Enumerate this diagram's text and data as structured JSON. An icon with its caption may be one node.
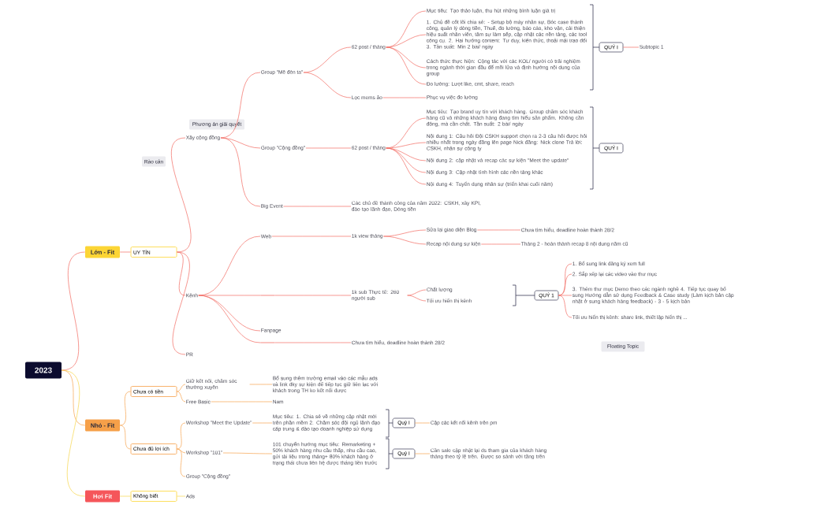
{
  "diagram": {
    "nodes": [
      {
        "text": [
          "2023"
        ]
      },
      {
        "text": [
          "Lớn - Fit"
        ]
      },
      {
        "text": [
          "UY TÍN"
        ]
      },
      {
        "text": [
          "Rào cản"
        ]
      },
      {
        "text": [
          "Phương án giải quyết"
        ]
      },
      {
        "text": [
          "Xây cộng đồng"
        ]
      },
      {
        "text": [
          "Group \"Mê đèn ta\""
        ]
      },
      {
        "text": [
          "62 post / tháng"
        ]
      },
      {
        "text": [
          "Mục tiêu: Tạo thảo luận, thu hút những bình luận giá trị"
        ]
      },
      {
        "text": [
          "1. Chủ đề cốt lõi chia sẻ: - Setup bộ máy nhân sự, Bóc case thành công, quản lý dòng tiền, Thuế, đo lường, báo cáo, kho vận, cải thiện hiệu suất nhân viên, tâm sự làm sếp, cập nhật các nền tảng, các tool công cụ. 2. Hai hướng content: Tư duy, kiến thức, thoải mái trao đổi 3. Tần suất: Min 2 bài/ ngày"
        ]
      },
      {
        "text": [
          "Cách thức thực hiện: Cộng tác với các KOL/ người có trải nghiệm trong ngành thời gian đầu để mồi lửa và định hướng nội dung của group"
        ]
      },
      {
        "text": [
          "Đo lường: Lượt like, cmt, share, reach"
        ]
      },
      {
        "text": [
          "QUÝ I"
        ]
      },
      {
        "text": [
          "Subtopic 1"
        ]
      },
      {
        "text": [
          "Lọc mems ảo"
        ]
      },
      {
        "text": [
          "Phục vụ việc đo lường"
        ]
      },
      {
        "text": [
          "Group \"Cộng đồng\""
        ]
      },
      {
        "text": [
          "62 post / tháng"
        ]
      },
      {
        "text": [
          "Mục tiêu: Tạo brand uy tín với khách hàng. Group chăm sóc khách hàng cũ và những khách hàng đang tìm hiểu sản phẩm. Không cần đông, mà cần chất. Tần suất: 2 bài/ ngày"
        ]
      },
      {
        "text": [
          "Nội dung 1: Câu hỏi Đội CSKH support chọn ra 2-3 câu hỏi được hỏi nhiều nhất trong ngày đăng lên page Nick đăng: Nick clone Trả lời: CSKH, nhân sự công ty"
        ]
      },
      {
        "text": [
          "Nội dung 2: cập nhật và recap các sự kiện \"Meet the update\""
        ]
      },
      {
        "text": [
          "Nội dung 3: Cập nhật tình hình các nền tảng khác"
        ]
      },
      {
        "text": [
          "Nội dung 4: Tuyển dụng nhân sự (triển khai cuối năm)"
        ]
      },
      {
        "text": [
          "QUÝ I"
        ]
      },
      {
        "text": [
          "Big Event"
        ]
      },
      {
        "text": [
          "Các chủ đề thành công của năm 2022: CSKH, xây KPI, đào tạo lãnh đạo, Dòng tiền"
        ]
      },
      {
        "text": [
          "Kênh"
        ]
      },
      {
        "text": [
          "Web"
        ]
      },
      {
        "text": [
          "1k view tháng"
        ]
      },
      {
        "text": [
          "Sửa lại giao diện Blog"
        ]
      },
      {
        "text": [
          "Chưa tìm hiểu, deadline hoàn thành 28/2"
        ]
      },
      {
        "text": [
          "Recap nội dung sự kiện"
        ]
      },
      {
        "text": [
          "Tháng 2 - hoàn thành recap 8 nội dung năm cũ"
        ]
      },
      {
        "text": [],
        "shape": "line"
      },
      {
        "text": [
          "1k sub Thực tế: 260 người sub"
        ]
      },
      {
        "text": [
          "Chất lượng"
        ]
      },
      {
        "text": [
          "Tối ưu hiển thị kênh"
        ]
      },
      {
        "text": [
          "QUÝ 1"
        ]
      },
      {
        "text": [
          "1. Bổ sung link đăng ký xem full"
        ]
      },
      {
        "text": [
          "2. Sắp xếp lại các video vào thư mục"
        ]
      },
      {
        "text": [
          "3. Thêm thư mục Demo theo các ngành nghề 4. Tiếp tục quay bổ sung Hướng dẫn sử dụng Feedback & Case study (Làm kịch bản cập nhật ở sung khách hàng feedback) - 3 - 5 kịch bản"
        ]
      },
      {
        "text": [
          "Tối ưu hiển thị kênh: share link, thiết lập hiển thị ..."
        ]
      },
      {
        "text": [
          "Fanpage"
        ]
      },
      {
        "text": [],
        "shape": "line"
      },
      {
        "text": [
          "Chưa tìm hiểu, deadline hoàn thành 28/2"
        ]
      },
      {
        "text": [
          "PR"
        ]
      },
      {
        "text": [
          "Floating Topic"
        ]
      },
      {
        "text": [
          "Nhỏ - Fit"
        ]
      },
      {
        "text": [
          "Chưa có tiền"
        ]
      },
      {
        "text": [
          "Giữ kết nối, chăm sóc thường xuyên"
        ]
      },
      {
        "text": [
          "Bổ sung thêm trường email vào các mẫu ads và link đky sự kiện để tiếp tục giữ liên lạc với khách trong TH ko kết nối được"
        ]
      },
      {
        "text": [
          "Free Basic"
        ]
      },
      {
        "text": [
          "Nam"
        ]
      },
      {
        "text": [
          "Chưa đủ lợi ích"
        ]
      },
      {
        "text": [
          "Workshop \"Meet the Update\""
        ]
      },
      {
        "text": [
          "Mục tiêu: 1. Chia sẻ về những cập nhật mới trên phần mềm 2. Chăm sóc đội ngũ lãnh đạo cấp trung & đào tạo doanh nghiệp sử dụng"
        ]
      },
      {
        "text": [
          "Quý I"
        ]
      },
      {
        "text": [
          "Cập các kết nối kênh trên pm"
        ]
      },
      {
        "text": [
          "Workshop \"101\""
        ]
      },
      {
        "text": [
          "101 chuyển hướng mục tiêu: Remarketing + 50% khách hàng nhu cầu thấp, nhu cầu cao, gửi tài liệu trong tháng+ 80% khách hàng ở trạng thái chưa liên hệ được tháng liền trước"
        ]
      },
      {
        "text": [
          "Quý I"
        ]
      },
      {
        "text": [
          "Cần sale cập nhật lại ds tham gia của khách hàng tháng theo tỷ lệ trên. Được so sánh với tầng trên"
        ]
      },
      {
        "text": [
          "Group \"Cộng đồng\""
        ]
      },
      {
        "text": [
          "Hơi Fit"
        ]
      },
      {
        "text": [
          "Không biết"
        ]
      },
      {
        "text": [
          "Ads"
        ]
      }
    ],
    "edges": [
      {
        "from": 0,
        "to": 1,
        "arrow": "none"
      },
      {
        "from": 0,
        "to": 47,
        "arrow": "none",
        "color": "#f7a44f"
      },
      {
        "from": 0,
        "to": 63,
        "arrow": "none",
        "color": "#f6d64a"
      },
      {
        "from": 1,
        "to": 2,
        "arrow": "none"
      },
      {
        "from": 2,
        "to": 5,
        "arrow": "none"
      },
      {
        "from": 2,
        "to": 26,
        "arrow": "none"
      },
      {
        "from": 2,
        "to": 45,
        "arrow": "none"
      },
      {
        "from": 5,
        "to": 6,
        "arrow": "none"
      },
      {
        "from": 5,
        "to": 16,
        "arrow": "none"
      },
      {
        "from": 5,
        "to": 24,
        "arrow": "none"
      },
      {
        "from": 6,
        "to": 7,
        "arrow": "none"
      },
      {
        "from": 6,
        "to": 14,
        "arrow": "none"
      },
      {
        "from": 7,
        "to": 8,
        "arrow": "none"
      },
      {
        "from": 7,
        "to": 9,
        "arrow": "none"
      },
      {
        "from": 7,
        "to": 10,
        "arrow": "none"
      },
      {
        "from": 7,
        "to": 11,
        "arrow": "none"
      },
      {
        "from": 12,
        "to": 13,
        "arrow": "none"
      },
      {
        "from": 14,
        "to": 15,
        "arrow": "none"
      },
      {
        "from": 16,
        "to": 17,
        "arrow": "none"
      },
      {
        "from": 17,
        "to": 18,
        "arrow": "none"
      },
      {
        "from": 17,
        "to": 19,
        "arrow": "none"
      },
      {
        "from": 17,
        "to": 20,
        "arrow": "none"
      },
      {
        "from": 17,
        "to": 21,
        "arrow": "none"
      },
      {
        "from": 17,
        "to": 22,
        "arrow": "none"
      },
      {
        "from": 24,
        "to": 25,
        "arrow": "none"
      },
      {
        "from": 26,
        "to": 27,
        "arrow": "none"
      },
      {
        "from": 26,
        "to": 33,
        "arrow": "none"
      },
      {
        "from": 26,
        "to": 42,
        "arrow": "none"
      },
      {
        "from": 26,
        "to": 43,
        "arrow": "none"
      },
      {
        "from": 27,
        "to": 28,
        "arrow": "none"
      },
      {
        "from": 28,
        "to": 29,
        "arrow": "none"
      },
      {
        "from": 28,
        "to": 31,
        "arrow": "none"
      },
      {
        "from": 29,
        "to": 30,
        "arrow": "none"
      },
      {
        "from": 31,
        "to": 32,
        "arrow": "none"
      },
      {
        "from": 33,
        "to": 34,
        "arrow": "none"
      },
      {
        "from": 34,
        "to": 35,
        "arrow": "none"
      },
      {
        "from": 34,
        "to": 36,
        "arrow": "none"
      },
      {
        "from": 37,
        "to": 38,
        "arrow": "none"
      },
      {
        "from": 37,
        "to": 39,
        "arrow": "none"
      },
      {
        "from": 37,
        "to": 40,
        "arrow": "none"
      },
      {
        "from": 37,
        "to": 41,
        "arrow": "none"
      },
      {
        "from": 43,
        "to": 44,
        "arrow": "none"
      },
      {
        "from": 47,
        "to": 48,
        "arrow": "none",
        "color": "#f7a44f"
      },
      {
        "from": 47,
        "to": 53,
        "arrow": "none",
        "color": "#f7a44f"
      },
      {
        "from": 48,
        "to": 49,
        "arrow": "none",
        "color": "#f7a44f"
      },
      {
        "from": 48,
        "to": 51,
        "arrow": "none",
        "color": "#f7a44f"
      },
      {
        "from": 49,
        "to": 50,
        "arrow": "none",
        "color": "#f7a44f"
      },
      {
        "from": 51,
        "to": 52,
        "arrow": "none",
        "color": "#f7a44f"
      },
      {
        "from": 53,
        "to": 54,
        "arrow": "none",
        "color": "#f7a44f"
      },
      {
        "from": 53,
        "to": 58,
        "arrow": "none",
        "color": "#f7a44f"
      },
      {
        "from": 53,
        "to": 62,
        "arrow": "none",
        "color": "#f7a44f"
      },
      {
        "from": 54,
        "to": 55,
        "arrow": "none",
        "color": "#f7a44f"
      },
      {
        "from": 56,
        "to": 57,
        "arrow": "none",
        "color": "#f7a44f"
      },
      {
        "from": 58,
        "to": 59,
        "arrow": "none",
        "color": "#f7a44f"
      },
      {
        "from": 60,
        "to": 61,
        "arrow": "none",
        "color": "#f7a44f"
      },
      {
        "from": 63,
        "to": 64,
        "arrow": "none",
        "color": "#f6d64a"
      },
      {
        "from": 64,
        "to": 65,
        "arrow": "none",
        "color": "#f6d64a"
      }
    ]
  }
}
